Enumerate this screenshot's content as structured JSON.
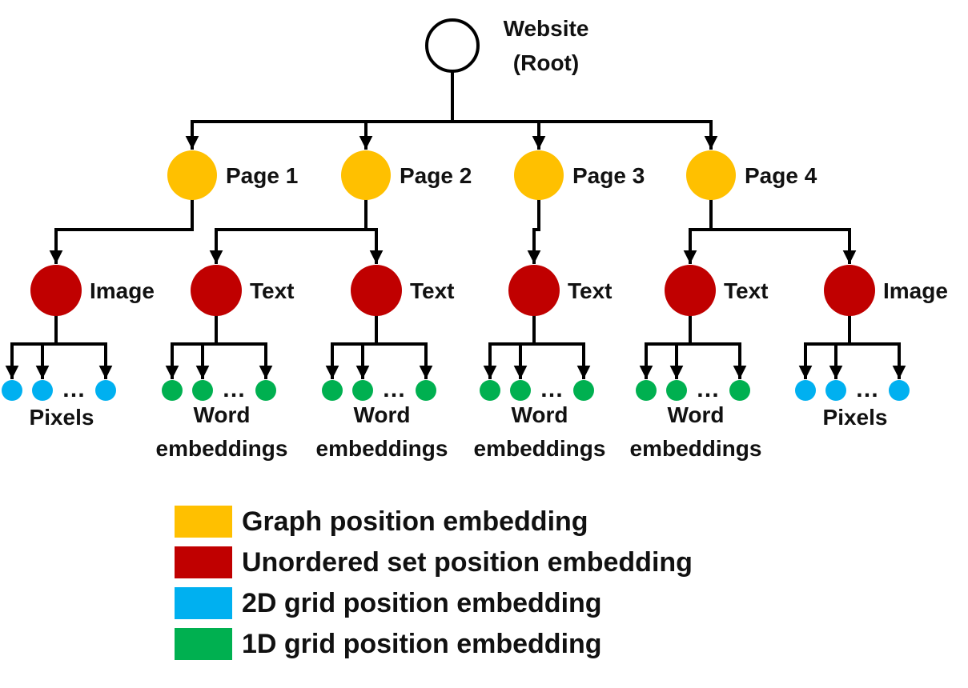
{
  "colors": {
    "root_fill": "#ffffff",
    "root_stroke": "#000000",
    "page": "#ffc000",
    "unordered": "#c00000",
    "grid2d": "#00b0f0",
    "grid1d": "#00b050",
    "edge": "#000000"
  },
  "root": {
    "line1": "Website",
    "line2": "(Root)"
  },
  "pages": [
    {
      "label": "Page 1",
      "children": [
        {
          "label": "Image",
          "leaf_kind": "grid2d",
          "leaf_line1": "Pixels",
          "leaf_line2": ""
        }
      ]
    },
    {
      "label": "Page 2",
      "children": [
        {
          "label": "Text",
          "leaf_kind": "grid1d",
          "leaf_line1": "Word",
          "leaf_line2": "embeddings"
        },
        {
          "label": "Text",
          "leaf_kind": "grid1d",
          "leaf_line1": "Word",
          "leaf_line2": "embeddings"
        }
      ]
    },
    {
      "label": "Page 3",
      "children": [
        {
          "label": "Text",
          "leaf_kind": "grid1d",
          "leaf_line1": "Word",
          "leaf_line2": "embeddings"
        }
      ]
    },
    {
      "label": "Page 4",
      "children": [
        {
          "label": "Text",
          "leaf_kind": "grid1d",
          "leaf_line1": "Word",
          "leaf_line2": "embeddings"
        },
        {
          "label": "Image",
          "leaf_kind": "grid2d",
          "leaf_line1": "Pixels",
          "leaf_line2": ""
        }
      ]
    }
  ],
  "ellipsis": "…",
  "legend": [
    {
      "label": "Graph position embedding",
      "color_key": "page"
    },
    {
      "label": "Unordered set position embedding",
      "color_key": "unordered"
    },
    {
      "label": "2D grid position embedding",
      "color_key": "grid2d"
    },
    {
      "label": "1D grid position embedding",
      "color_key": "grid1d"
    }
  ]
}
